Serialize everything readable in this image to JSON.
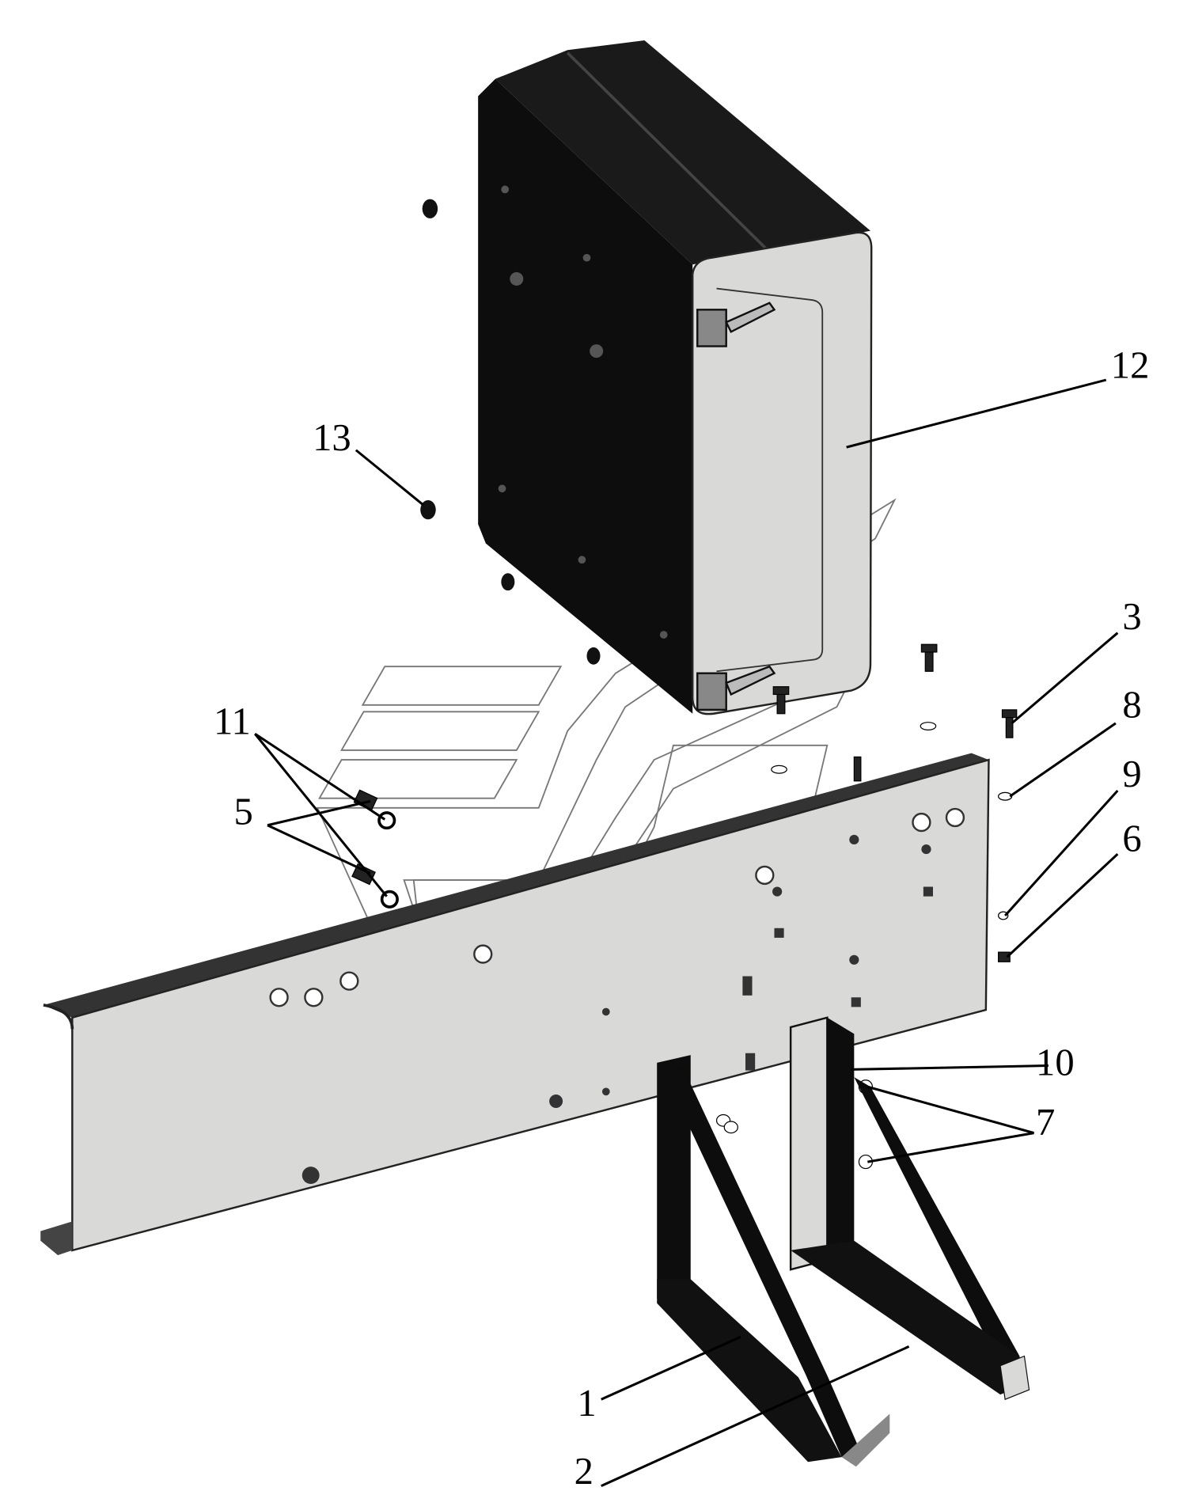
{
  "diagram": {
    "type": "exploded-assembly",
    "callouts": [
      {
        "id": "1",
        "label": "1"
      },
      {
        "id": "2",
        "label": "2"
      },
      {
        "id": "3",
        "label": "3"
      },
      {
        "id": "5",
        "label": "5"
      },
      {
        "id": "6",
        "label": "6"
      },
      {
        "id": "7",
        "label": "7"
      },
      {
        "id": "8",
        "label": "8"
      },
      {
        "id": "9",
        "label": "9"
      },
      {
        "id": "10",
        "label": "10"
      },
      {
        "id": "11",
        "label": "11"
      },
      {
        "id": "12",
        "label": "12"
      },
      {
        "id": "13",
        "label": "13"
      }
    ],
    "colors": {
      "dark": "#111111",
      "light": "#d9d9d7",
      "line": "#000000"
    }
  }
}
